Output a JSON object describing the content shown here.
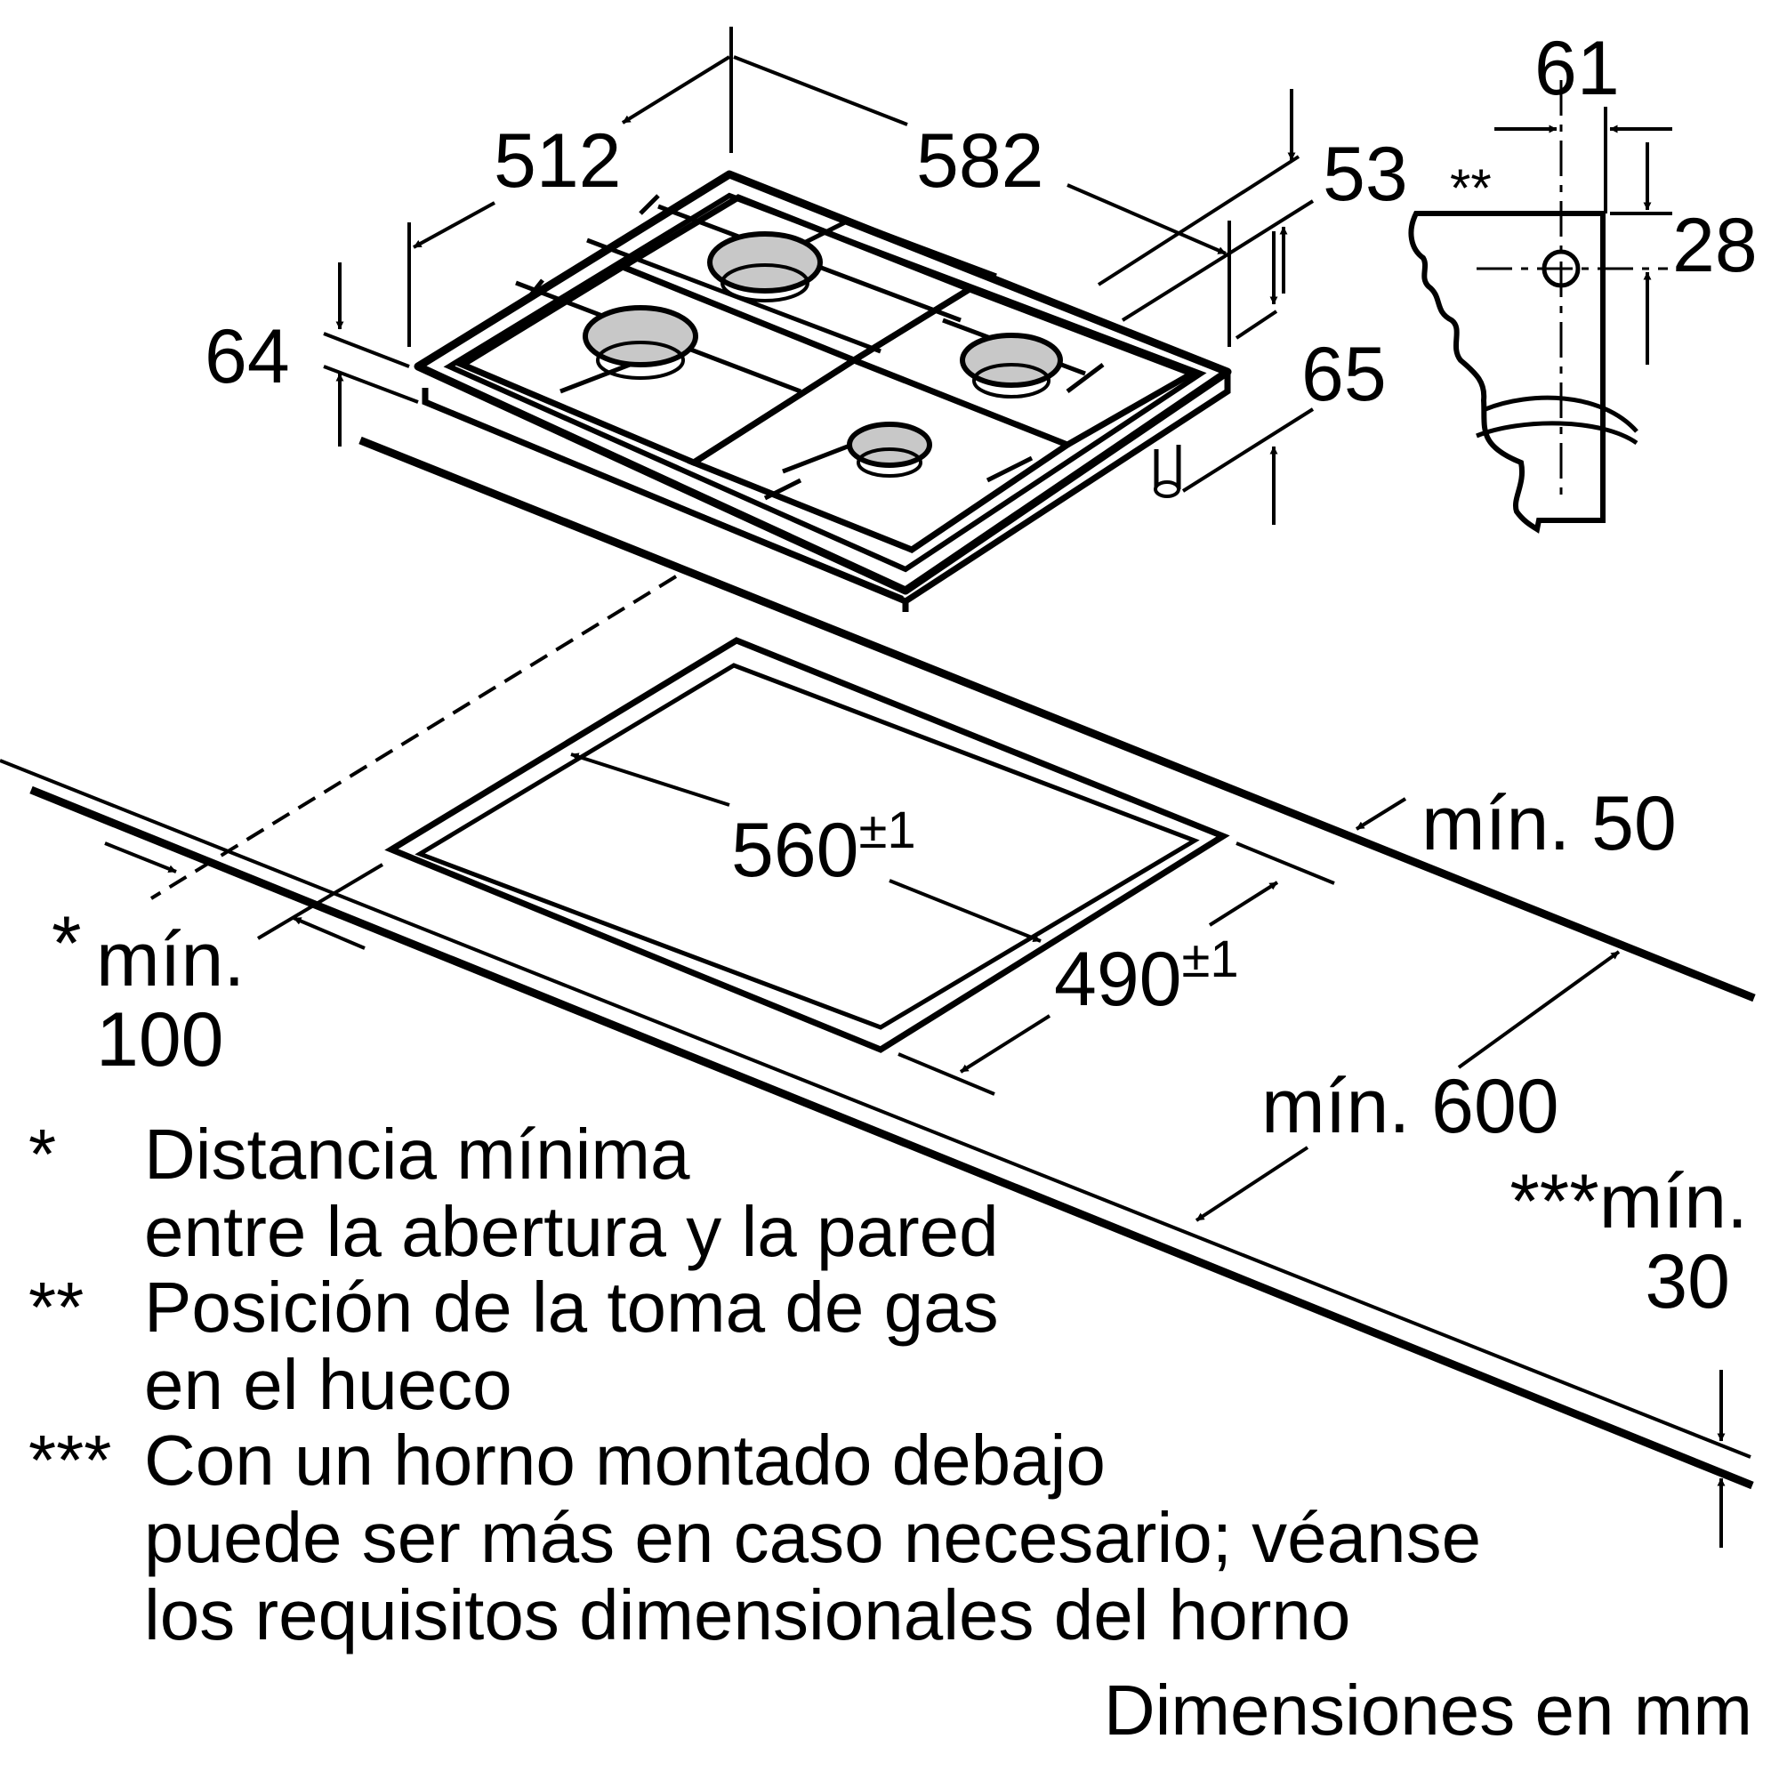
{
  "dimensions": {
    "width_top": "582",
    "depth_top": "512",
    "height_left": "64",
    "side_53": "53",
    "side_65": "65",
    "gas_61": "61",
    "gas_28": "28",
    "gas_marker": "**",
    "cutout_width": "560",
    "cutout_width_tol": "±1",
    "cutout_depth": "490",
    "cutout_depth_tol": "±1",
    "min_50": "mín. 50",
    "min_100_star": "*",
    "min_100_label": "mín.",
    "min_100_value": "100",
    "min_600": "mín. 600",
    "min_30_label": "***mín.",
    "min_30_value": "30"
  },
  "notes": [
    {
      "marker": "*",
      "lines": [
        "Distancia mínima",
        "entre la abertura y la pared"
      ]
    },
    {
      "marker": "**",
      "lines": [
        "Posición de la toma de gas",
        "en el hueco"
      ]
    },
    {
      "marker": "***",
      "lines": [
        "Con un horno montado debajo",
        "puede ser más en caso necesario; véanse",
        "los requisitos dimensionales del horno"
      ]
    }
  ],
  "units_caption": "Dimensiones en mm"
}
